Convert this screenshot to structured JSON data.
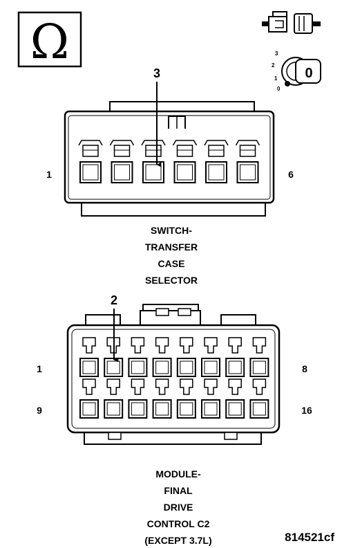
{
  "ohm_symbol": "Ω",
  "ignition_key": {
    "positions": [
      "3",
      "2",
      "1",
      "0"
    ],
    "current_position": "0"
  },
  "connector_switch": {
    "title_lines": [
      "SWITCH-",
      "TRANSFER",
      "CASE",
      "SELECTOR"
    ],
    "pin_label_left": "1",
    "pin_label_right": "6",
    "probe_pin": "3",
    "pin_count": 6,
    "probe_pin_index": 3
  },
  "connector_module": {
    "title_lines": [
      "MODULE-",
      "FINAL",
      "DRIVE",
      "CONTROL C2",
      "(EXCEPT 3.7L)"
    ],
    "row1_left": "1",
    "row1_right": "8",
    "row2_left": "9",
    "row2_right": "16",
    "probe_pin": "2",
    "pins_per_row": 8,
    "probe_pin_index": 2
  },
  "figure_id": "814521cf"
}
